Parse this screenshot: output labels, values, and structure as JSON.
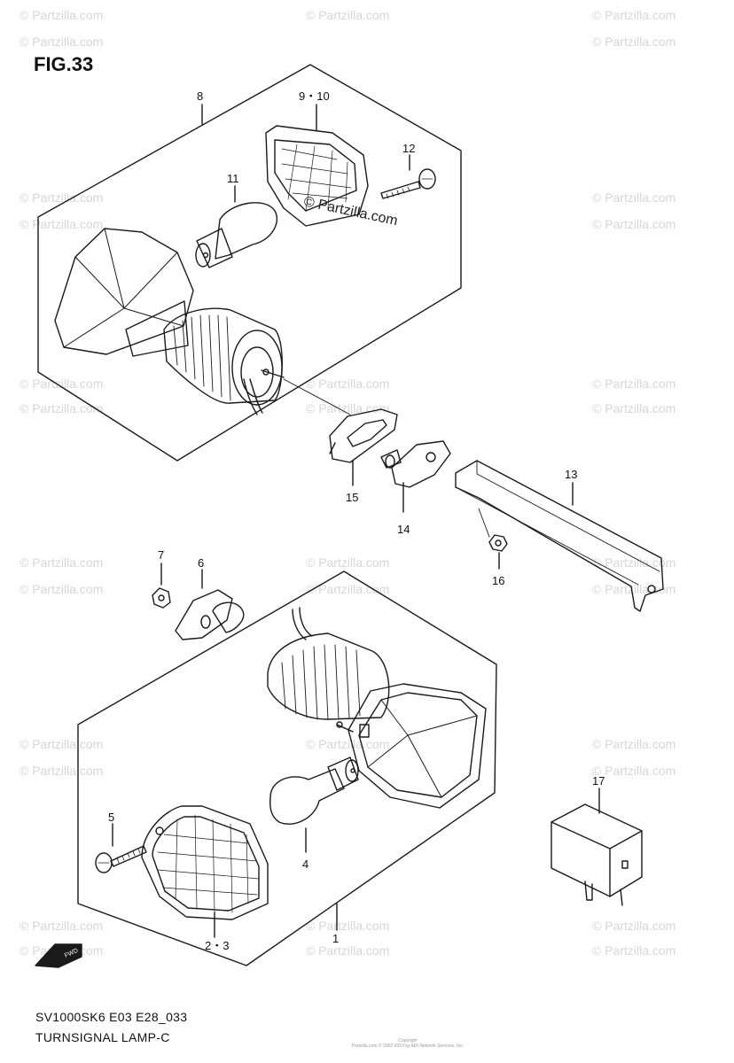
{
  "figure": {
    "title": "FIG.33",
    "code": "SV1000SK6 E03 E28_033",
    "name": "TURNSIGNAL LAMP-C",
    "direction_label": "FWD"
  },
  "watermark": {
    "text": "© Partzilla.com",
    "center_text": "© Partzilla.com"
  },
  "copyright": {
    "line1": "Copyright",
    "line2": "Partzilla.com © 2002-2019 by ARI Network Services, Inc."
  },
  "callouts": {
    "c1": "1",
    "c2_3": "2・3",
    "c4": "4",
    "c5": "5",
    "c6": "6",
    "c7": "7",
    "c8": "8",
    "c9_10": "9・10",
    "c11": "11",
    "c12": "12",
    "c13": "13",
    "c14": "14",
    "c15": "15",
    "c16": "16",
    "c17": "17"
  },
  "colors": {
    "line": "#1a1a1a",
    "watermark": "#d6d6d6"
  }
}
